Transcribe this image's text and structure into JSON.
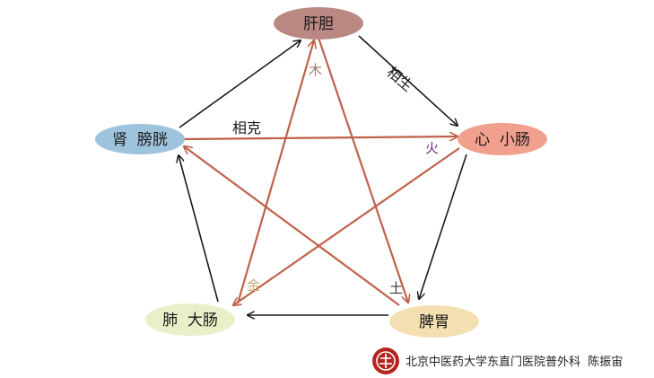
{
  "nodes": {
    "liver": {
      "label": "肝胆",
      "color": "#b98882"
    },
    "heart": {
      "label": "心  小肠",
      "color": "#f2a08e"
    },
    "spleen": {
      "label": "脾胃",
      "color": "#f3dfb0"
    },
    "lung": {
      "label": "肺  大肠",
      "color": "#e9efc8"
    },
    "kidney": {
      "label": "肾  膀胱",
      "color": "#9ec3dc"
    }
  },
  "edge_labels": {
    "generating": "相生",
    "restraining": "相克"
  },
  "element_labels": {
    "wood": {
      "text": "木",
      "color": "#9b7a6e"
    },
    "fire": {
      "text": "火",
      "color": "#7a2c8a"
    },
    "earth": {
      "text": "土",
      "color": "#3a3a3a"
    },
    "metal": {
      "text": "金",
      "color": "#c9ae72"
    }
  },
  "colors": {
    "generating_arrow": "#1a1a1a",
    "restraining_arrow": "#c0614a"
  },
  "footer": {
    "text": "北京中医药大学东直门医院普外科  陈振宙",
    "logo_color": "#b5251f"
  }
}
